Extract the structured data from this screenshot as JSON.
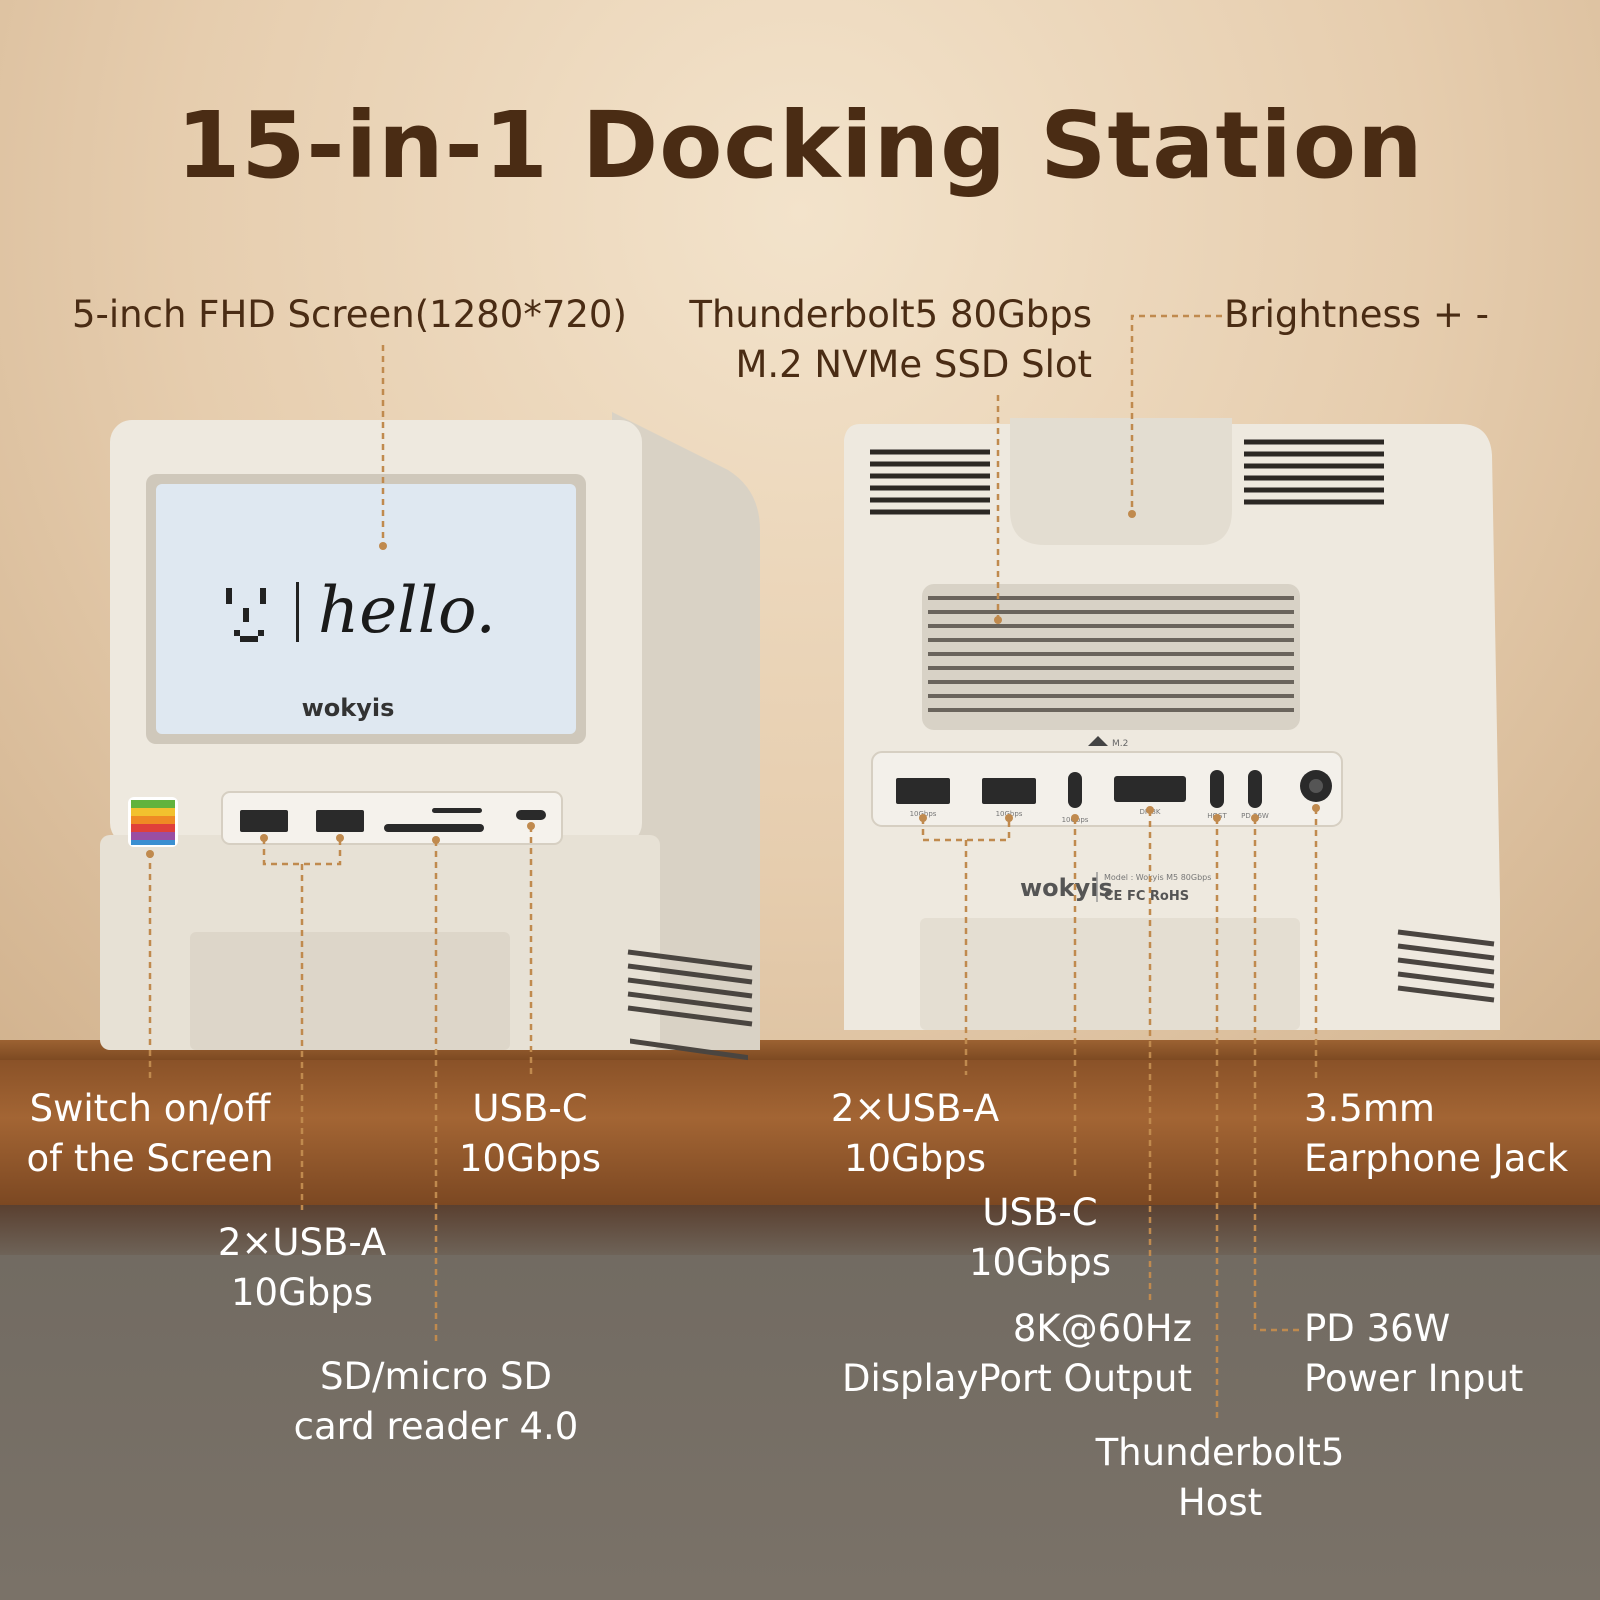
{
  "title": "15-in-1 Docking Station",
  "labels": {
    "screen": "5-inch FHD Screen(1280*720)",
    "ssd_line1": "Thunderbolt5 80Gbps",
    "ssd_line2": "M.2 NVMe SSD Slot",
    "brightness": "Brightness + -",
    "switch_line1": "Switch on/off",
    "switch_line2": "of the Screen",
    "front_usbc_line1": "USB-C",
    "front_usbc_line2": "10Gbps",
    "front_usba_line1": "2×USB-A",
    "front_usba_line2": "10Gbps",
    "sd_line1": "SD/micro SD",
    "sd_line2": "card reader 4.0",
    "back_usba_line1": "2×USB-A",
    "back_usba_line2": "10Gbps",
    "back_usbc_line1": "USB-C",
    "back_usbc_line2": "10Gbps",
    "dp_line1": "8K@60Hz",
    "dp_line2": "DisplayPort Output",
    "tb_line1": "Thunderbolt5",
    "tb_line2": "Host",
    "jack_line1": "3.5mm",
    "jack_line2": "Earphone Jack",
    "pd_line1": "PD 36W",
    "pd_line2": "Power Input"
  },
  "device": {
    "brand": "wokyis",
    "screen_text": "hello.",
    "back_port_labels": [
      "10Gbps",
      "10Gbps",
      "10Gbps",
      "DP 8K",
      "HOST",
      "PD 36W"
    ],
    "m2_marker": "M.2",
    "model_text": "Model : Wokyis M5 80Gbps",
    "cert_text": "CE FC RoHS"
  },
  "colors": {
    "title": "#4a2c14",
    "leader_line": "#c08a4e",
    "device_body": "#eee9df",
    "screen": "#dfe8f1"
  }
}
